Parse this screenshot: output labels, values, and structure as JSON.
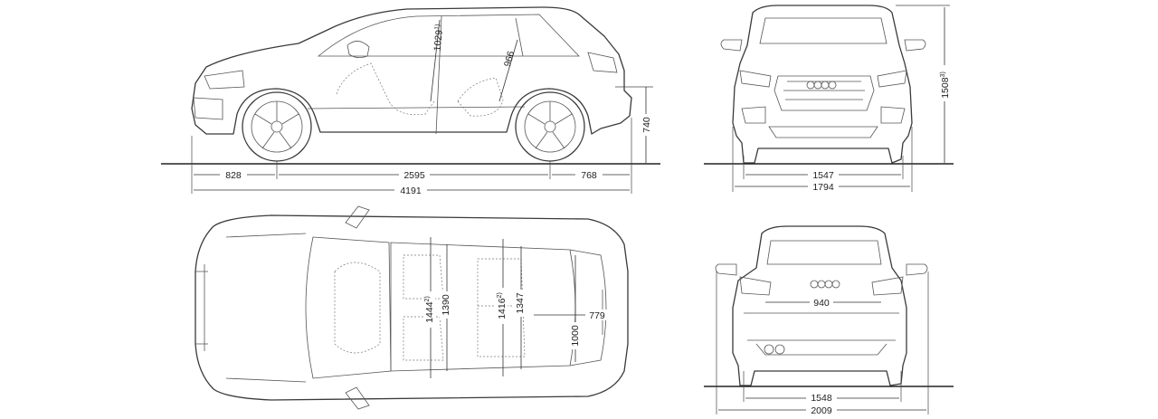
{
  "dimensions": {
    "front_overhang": "828",
    "wheelbase": "2595",
    "rear_overhang": "768",
    "overall_length": "4191",
    "seat_height": "740",
    "front_headroom": "1029",
    "rear_headroom": "966",
    "front_track": "1547",
    "body_width": "1794",
    "overall_height": "1508",
    "front_shoulder_width": "1444",
    "front_elbow_width": "1390",
    "rear_shoulder_width": "1416",
    "rear_elbow_width": "1347",
    "loading_length": "779",
    "trunk_width": "1000",
    "tailgate_width": "940",
    "rear_track": "1548",
    "width_with_mirrors": "2009"
  },
  "superscripts": {
    "front_headroom": "1)",
    "overall_height": "3)",
    "front_shoulder_width": "2)",
    "rear_shoulder_width": "2)"
  }
}
